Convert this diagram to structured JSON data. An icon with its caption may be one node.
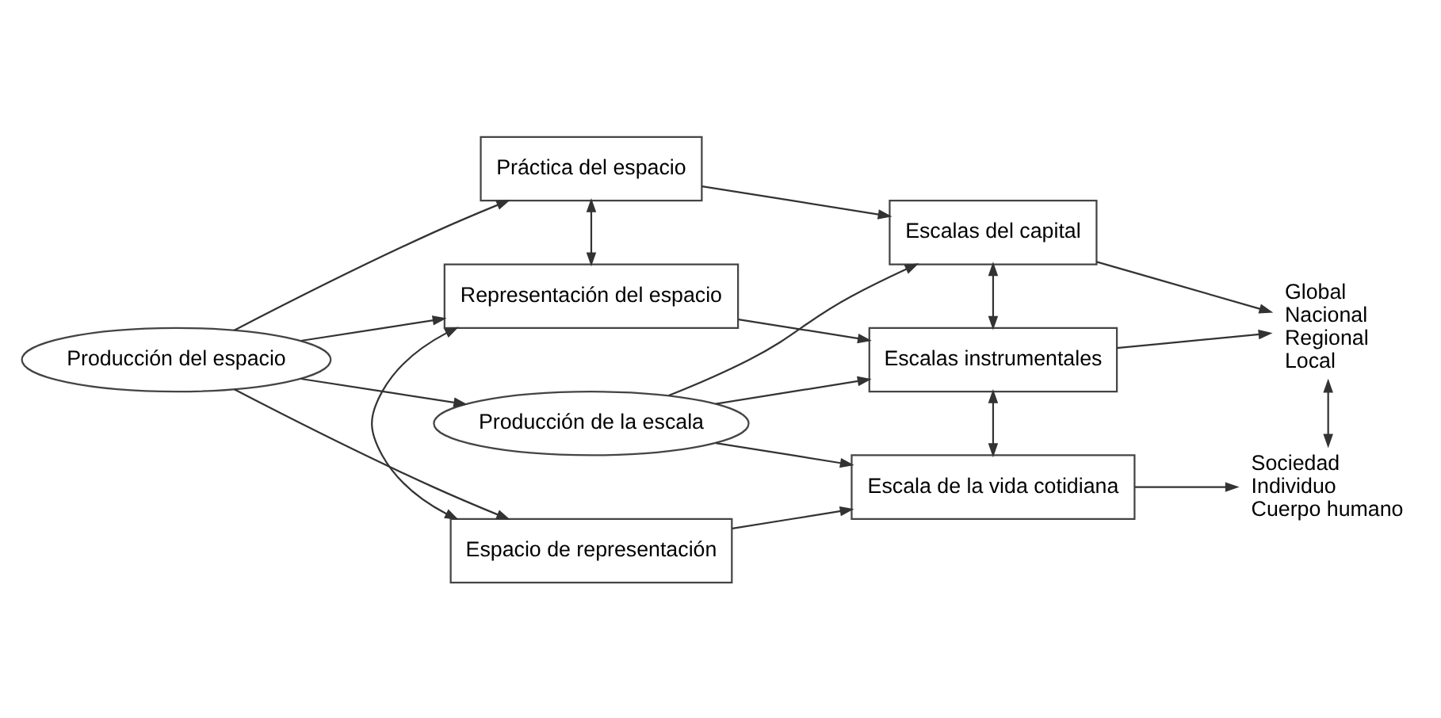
{
  "diagram": {
    "nodes": [
      {
        "text": [
          "Práctica del espacio"
        ]
      },
      {
        "text": [
          "Escalas del capital"
        ]
      },
      {
        "text": [
          "Global",
          "Nacional",
          "Regional",
          "Local"
        ]
      },
      {
        "text": [
          "Producción del espacio"
        ]
      },
      {
        "text": [
          "Representación del espacio"
        ]
      },
      {
        "text": [
          "Producción de la escala"
        ]
      },
      {
        "text": [
          "Escalas instrumentales"
        ]
      },
      {
        "text": [
          "Espacio de representación"
        ]
      },
      {
        "text": [
          "Escala de la vida cotidiana"
        ]
      },
      {
        "text": [
          "Sociedad",
          "Individuo",
          "Cuerpo humano"
        ]
      }
    ],
    "edges": [
      {
        "from": 3,
        "to": 0,
        "arrow": "to"
      },
      {
        "from": 3,
        "to": 4,
        "arrow": "to"
      },
      {
        "from": 3,
        "to": 7,
        "arrow": "to"
      },
      {
        "from": 3,
        "to": 5,
        "arrow": "to"
      },
      {
        "from": 0,
        "to": 4,
        "arrow": "both"
      },
      {
        "from": 4,
        "to": 7,
        "arrow": "both"
      },
      {
        "from": 0,
        "to": 1,
        "arrow": "to"
      },
      {
        "from": 5,
        "to": 1,
        "arrow": "to"
      },
      {
        "from": 5,
        "to": 6,
        "arrow": "to"
      },
      {
        "from": 5,
        "to": 8,
        "arrow": "to"
      },
      {
        "from": 4,
        "to": 6,
        "arrow": "to"
      },
      {
        "from": 7,
        "to": 8,
        "arrow": "to"
      },
      {
        "from": 1,
        "to": 6,
        "arrow": "both"
      },
      {
        "from": 1,
        "to": 2,
        "arrow": "to"
      },
      {
        "from": 6,
        "to": 2,
        "arrow": "to"
      },
      {
        "from": 6,
        "to": 8,
        "arrow": "both"
      },
      {
        "from": 8,
        "to": 9,
        "arrow": "to"
      },
      {
        "from": 2,
        "to": 9,
        "arrow": "both"
      }
    ]
  }
}
